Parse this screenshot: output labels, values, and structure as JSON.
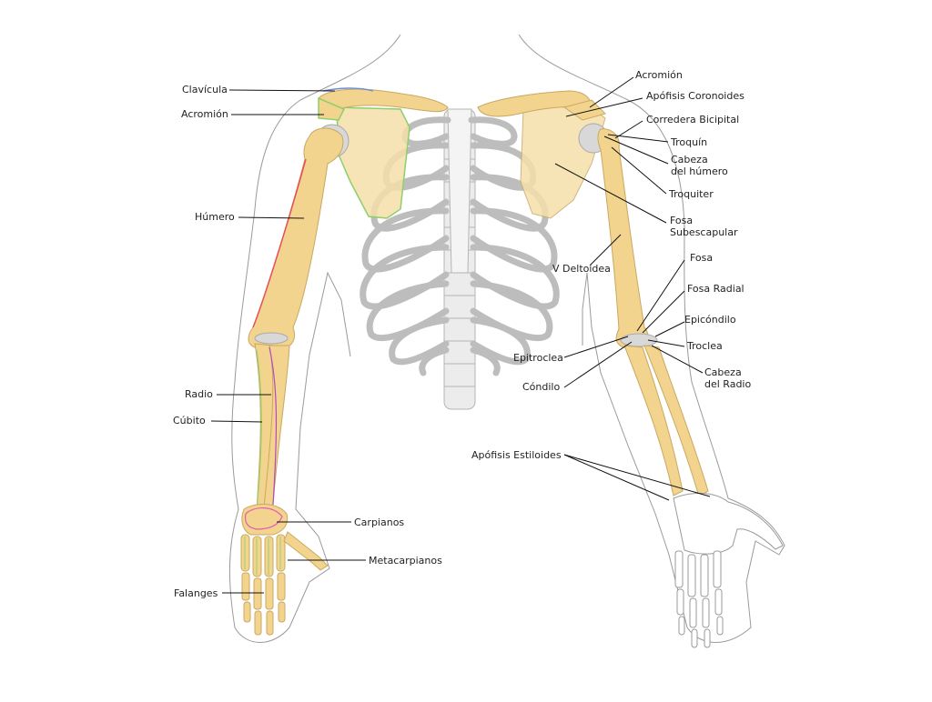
{
  "labels": {
    "clavicula": "Clavícula",
    "acromion_left": "Acromión",
    "humero": "Húmero",
    "radio": "Radio",
    "cubito": "Cúbito",
    "carpianos": "Carpianos",
    "metacarpianos": "Metacarpianos",
    "falanges": "Falanges",
    "acromion_right": "Acromión",
    "apofisis_coronoides": "Apófisis Coronoides",
    "corredera_bicipital": "Corredera Bicipital",
    "troquin": "Troquín",
    "cabeza_humero": "Cabeza\ndel húmero",
    "troquiter": "Troquiter",
    "fosa_subescapular": "Fosa\nSubescapular",
    "v_deltoidea": "V Deltoidea",
    "fosa": "Fosa",
    "fosa_radial": "Fosa Radial",
    "epicondilo": "Epicóndilo",
    "epitroclea": "Epitroclea",
    "troclea": "Troclea",
    "condilo": "Cóndilo",
    "cabeza_radio": "Cabeza\ndel Radio",
    "apofisis_estiloides": "Apófisis Estiloides"
  },
  "colors": {
    "bone": "#f2d48f",
    "cartilage": "#d8d8d8",
    "rib": "#bdbdbd",
    "outline": "#9a9a9a",
    "highlight_red": "#e8505b",
    "highlight_green": "#9bd06b",
    "highlight_purple": "#b04bc4",
    "highlight_blue": "#6d8fd8"
  }
}
